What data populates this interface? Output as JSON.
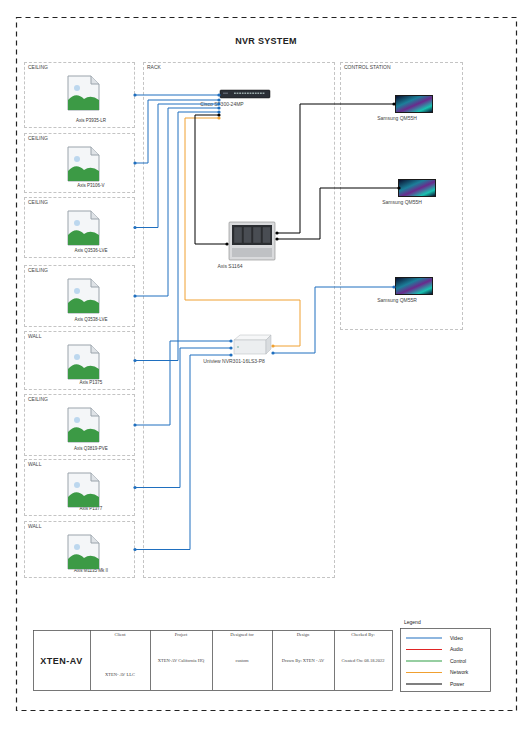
{
  "diagram": {
    "title": "NVR SYSTEM",
    "nodes": [
      {
        "text": [
          "CEILING",
          "Axis P3935-LR"
        ]
      },
      {
        "text": [
          "CEILING",
          "Axis P3106-V"
        ]
      },
      {
        "text": [
          "CEILING",
          "Axis Q3536-LVE"
        ]
      },
      {
        "text": [
          "CEILING",
          "Axis Q3538-LVE"
        ]
      },
      {
        "text": [
          "WALL",
          "Axis P1375"
        ]
      },
      {
        "text": [
          "CEILING",
          "Axis Q3819-PVE"
        ]
      },
      {
        "text": [
          "WALL",
          "Axis P1377"
        ]
      },
      {
        "text": [
          "WALL",
          "Axis M1135 Mk II"
        ]
      },
      {
        "text": [
          "RACK"
        ]
      },
      {
        "text": [
          "Cisco SF300-24MP"
        ],
        "in": 8
      },
      {
        "text": [
          "Axis S1164"
        ],
        "in": 8
      },
      {
        "text": [
          "Uniview NVR301-16LS3-P8"
        ],
        "in": 8
      },
      {
        "text": [
          "CONTROL STATION"
        ]
      },
      {
        "text": [
          "Samsung QM55H"
        ],
        "in": 12
      },
      {
        "text": [
          "Samsung QM55H"
        ],
        "in": 12
      },
      {
        "text": [
          "Samsung QM55R"
        ],
        "in": 12
      }
    ],
    "edges": [
      {
        "from": 0,
        "to": 9,
        "arrow": "none"
      },
      {
        "from": 1,
        "to": 9,
        "arrow": "none"
      },
      {
        "from": 2,
        "to": 9,
        "arrow": "none"
      },
      {
        "from": 3,
        "to": 9,
        "arrow": "none"
      },
      {
        "from": 4,
        "to": 9,
        "arrow": "none"
      },
      {
        "from": 5,
        "to": 11,
        "arrow": "none"
      },
      {
        "from": 6,
        "to": 11,
        "arrow": "none"
      },
      {
        "from": 7,
        "to": 11,
        "arrow": "none"
      },
      {
        "from": 9,
        "to": 11,
        "arrow": "none"
      },
      {
        "from": 9,
        "to": 10,
        "arrow": "none"
      },
      {
        "from": 10,
        "to": 13,
        "arrow": "none"
      },
      {
        "from": 10,
        "to": 14,
        "arrow": "none"
      },
      {
        "from": 11,
        "to": 15,
        "arrow": "none"
      }
    ],
    "labels": [
      "XTEN-AV",
      "Client",
      "Project",
      "Designed for",
      "Design",
      "Checked By:",
      "XTEN- AV LLC",
      "XTEN-AV California HQ",
      "custom",
      "Drawn By: XTEN - AV",
      "Created On: 08.18.2022",
      "Legend"
    ],
    "legend": [
      {
        "text": "Video",
        "color": "#1f6fbf"
      },
      {
        "text": "Audio",
        "color": "#e02424"
      },
      {
        "text": "Control",
        "color": "#2e9e44"
      },
      {
        "text": "Network",
        "color": "#f0a030"
      },
      {
        "text": "Power",
        "color": "#000000"
      }
    ]
  }
}
